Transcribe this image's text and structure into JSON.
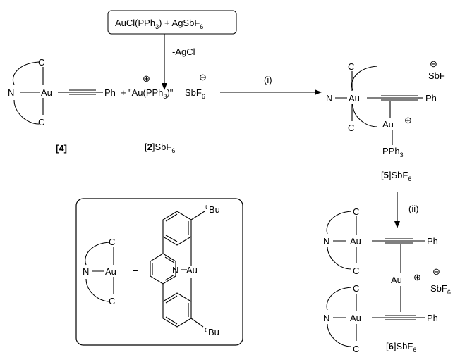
{
  "reagent_box": {
    "text_a": "AuCl(PPh",
    "sub_a": "3",
    "text_b": ") + AgSbF",
    "sub_b": "6"
  },
  "byproduct": "-AgCl",
  "condition_i": "(i)",
  "condition_ii": "(ii)",
  "atoms": {
    "N": "N",
    "Au": "Au",
    "C": "C",
    "Ph": "Ph",
    "P": "PPh",
    "three": "3"
  },
  "plus": "+",
  "cation_text": "\"Au(PPh",
  "cation_sub": "3",
  "cation_close": ")\"",
  "anion": {
    "text": "SbF",
    "sub": "6",
    "truncated": "SbF"
  },
  "charges": {
    "pos": "⊕",
    "neg": "⊖"
  },
  "labels": {
    "c4": "4",
    "c2_open": "[",
    "c2_num": "2",
    "c2_close": "]SbF",
    "c2_sub": "6",
    "c5_num": "5",
    "c5_close": "]SbF",
    "c5_sub": "6",
    "c6_num": "6",
    "c6_close": "]SbF",
    "c6_sub": "6",
    "open": "[",
    "close": "]"
  },
  "legend": {
    "equals": "=",
    "tbu_pre": "t",
    "tbu": "Bu"
  }
}
